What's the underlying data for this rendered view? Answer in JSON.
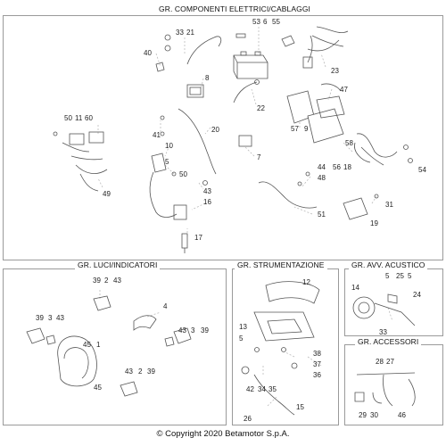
{
  "sections": {
    "components": "GR. COMPONENTI ELETTRICI/CABLAGGI",
    "lights": "GR. LUCI/INDICATORI",
    "instruments": "GR. STRUMENTAZIONE",
    "horn": "GR. AVV. ACUSTICO",
    "accessories": "GR. ACCESSORI"
  },
  "labels": [
    "53",
    "6",
    "55",
    "33",
    "21",
    "40",
    "23",
    "8",
    "47",
    "22",
    "50",
    "11",
    "60",
    "57",
    "9",
    "20",
    "41",
    "10",
    "7",
    "58",
    "56",
    "18",
    "5",
    "50",
    "44",
    "48",
    "54",
    "49",
    "43",
    "16",
    "51",
    "31",
    "19",
    "17",
    "12",
    "39",
    "2",
    "43",
    "14",
    "5",
    "25",
    "5",
    "24",
    "4",
    "13",
    "5",
    "39",
    "3",
    "43",
    "43",
    "3",
    "39",
    "33",
    "45",
    "1",
    "38",
    "37",
    "36",
    "43",
    "2",
    "39",
    "45",
    "42",
    "34",
    "35",
    "28",
    "27",
    "29",
    "30",
    "46",
    "26",
    "15"
  ],
  "copyright": "© Copyright 2020 Betamotor S.p.A."
}
